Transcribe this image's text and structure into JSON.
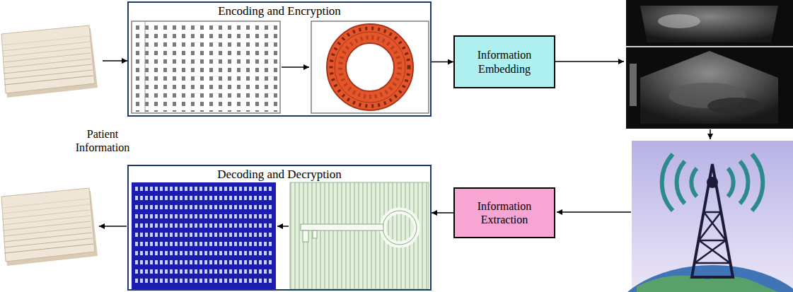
{
  "diagram": {
    "nodes": [
      {
        "text": [
          "Patient Information"
        ]
      },
      {
        "text": [
          "Encoding and Encryption"
        ]
      },
      {
        "text": [
          "Information Embedding"
        ]
      },
      {
        "text": [
          "Information Extraction"
        ]
      },
      {
        "text": [
          "Decoding and Decryption"
        ]
      }
    ],
    "edges": [
      {
        "from": 0,
        "to": 1,
        "arrow": "to"
      },
      {
        "from": 1,
        "to": 2,
        "arrow": "to"
      },
      {
        "from": 3,
        "to": 4,
        "arrow": "to"
      }
    ]
  }
}
